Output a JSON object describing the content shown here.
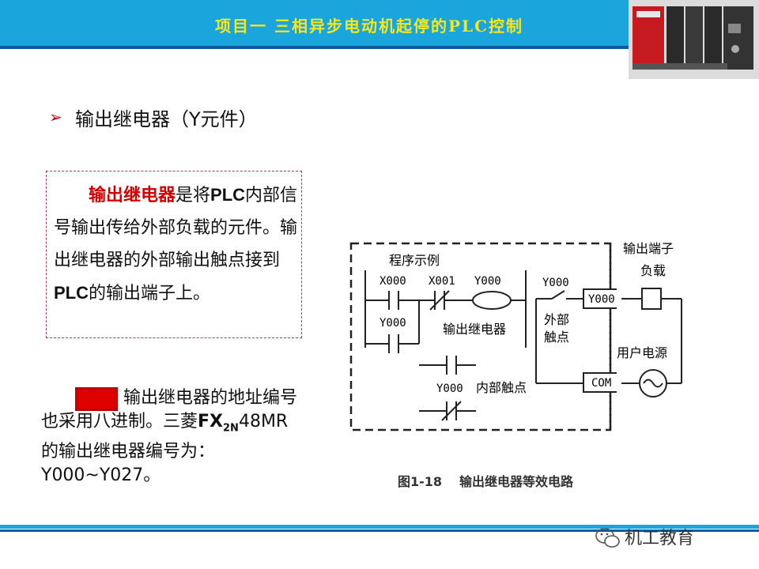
{
  "header": {
    "title": "项目一  三相异步电动机起停的PLC控制"
  },
  "section": {
    "bullet": "➢",
    "heading": "输出继电器（Y元件）"
  },
  "description": {
    "highlight": "输出继电器",
    "part1": "是将",
    "plc1": "PLC",
    "part2": "内部信号输出传给外部负载的元件。输出继电器的外部输出触点接到",
    "plc2": "PLC",
    "part3": "的输出端子上。"
  },
  "note": {
    "part1": "输出继电器的地址编号也采用八进制。三菱",
    "fx": "FX",
    "fx_sub": "2N",
    "part2": "48MR的输出继电器编号为：Y000~Y027。"
  },
  "diagram": {
    "program_label": "程序示例",
    "x000": "X000",
    "x001": "X001",
    "y000_coil": "Y000",
    "y000_branch": "Y000",
    "output_relay_label": "输出继电器",
    "y000_internal": "Y000",
    "internal_contact_label": "内部触点",
    "y000_external": "Y000",
    "external_label_1": "外部",
    "external_label_2": "触点",
    "terminal_y000": "Y000",
    "terminal_com": "COM",
    "output_terminal_label": "输出端子",
    "load_label": "负载",
    "user_power_label": "用户电源"
  },
  "caption": {
    "fig": "图1-18",
    "text": "输出继电器等效电路"
  },
  "watermark": {
    "text": "机工教育"
  }
}
